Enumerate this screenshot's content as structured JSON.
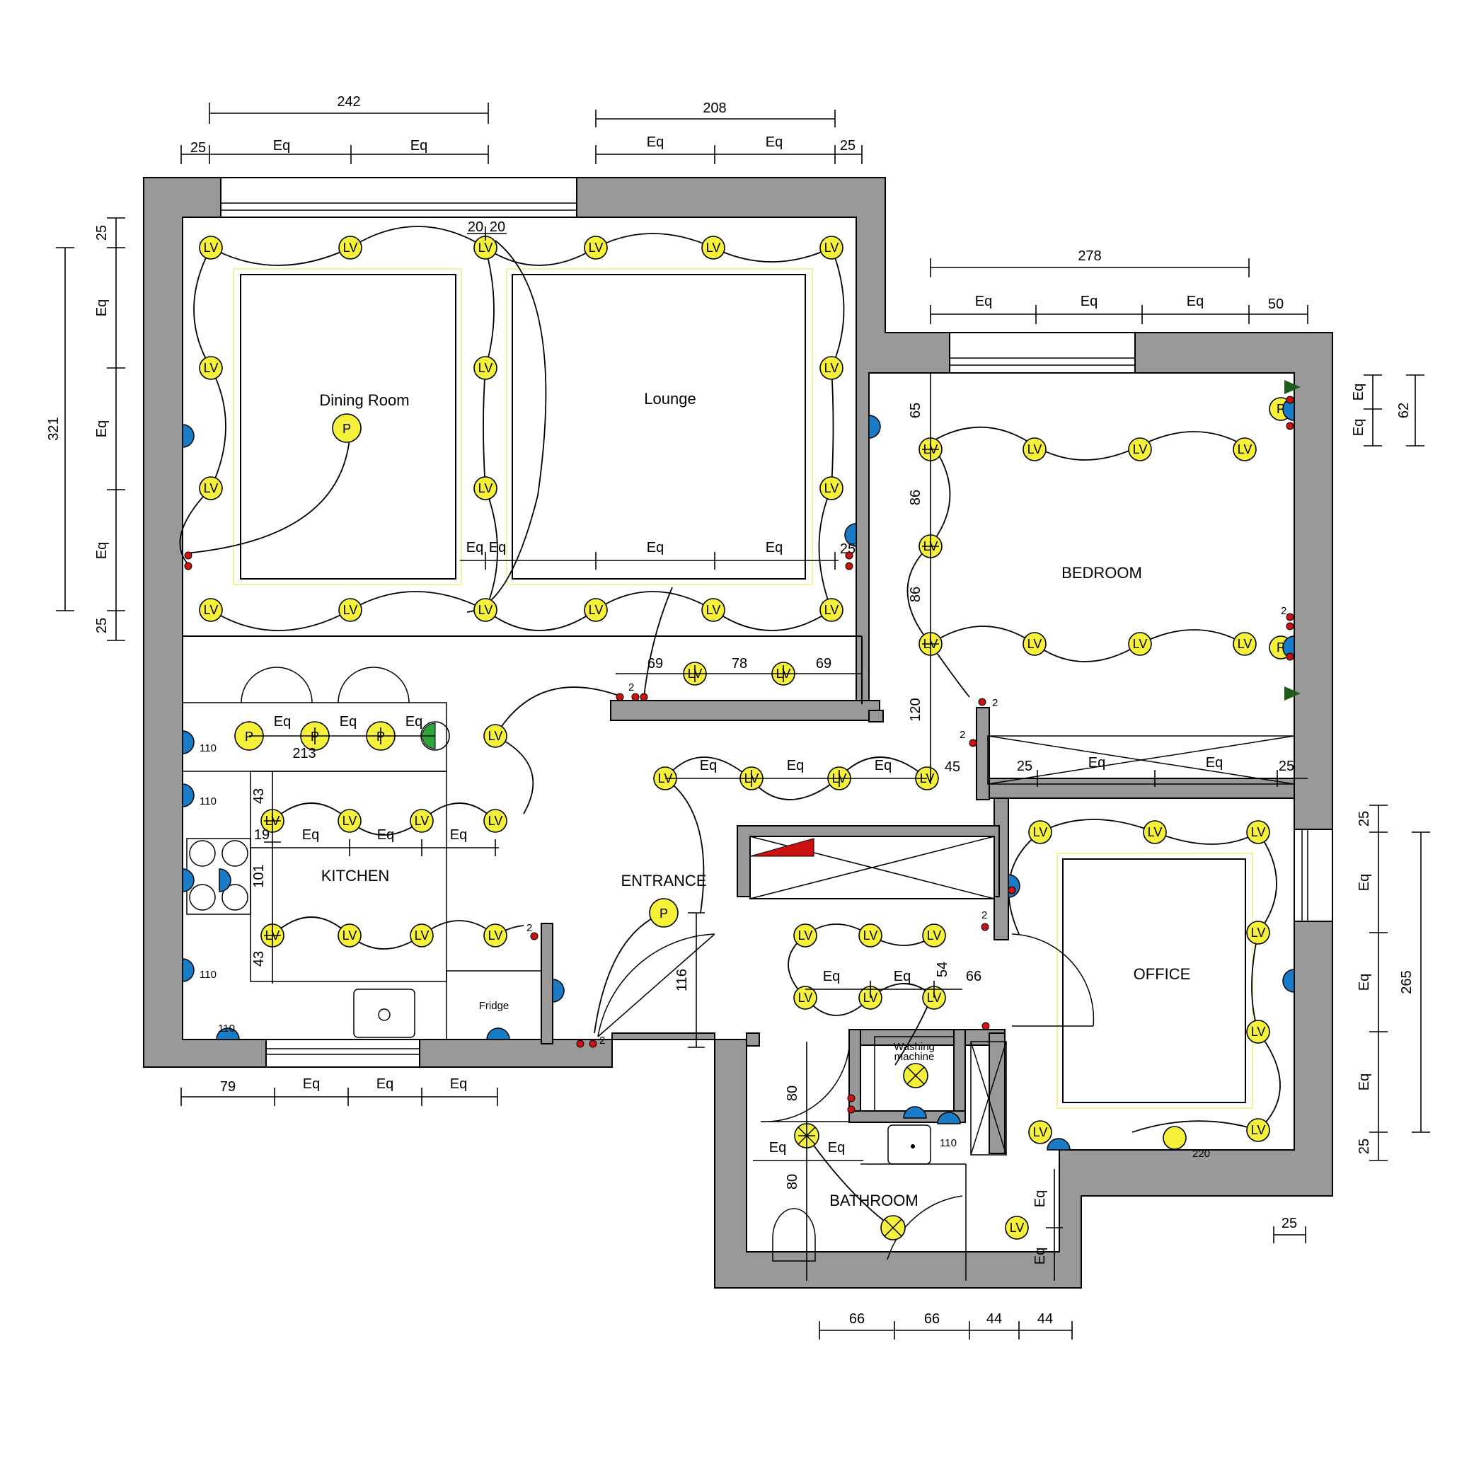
{
  "rooms": {
    "dining": "Dining Room",
    "lounge": "Lounge",
    "bedroom": "BEDROOM",
    "kitchen": "KITCHEN",
    "entrance": "ENTRANCE",
    "office": "OFFICE",
    "bathroom": "BATHROOM"
  },
  "fixtures": {
    "fridge": "Fridge",
    "washing": [
      "Washing",
      "machine"
    ]
  },
  "symbols": {
    "lv": "LV",
    "p": "P",
    "s2": "2"
  },
  "socket_labels": {
    "s110": "110",
    "s220": "220"
  },
  "dims": {
    "top_left_total": "242",
    "top_left_a": "25",
    "top_mid_total": "208",
    "top_mid_b": "25",
    "bedroom_total": "278",
    "bedroom_end": "50",
    "left_total": "321",
    "left_a": "25",
    "left_b": "25",
    "eq": "Eq",
    "twenty": "20",
    "hall_a": "69",
    "hall_b": "78",
    "hall_c": "69",
    "bed_65": "65",
    "bed_86a": "86",
    "bed_86b": "86",
    "bed_120": "120",
    "bed_right_62": "62",
    "wardrobe_25a": "25",
    "wardrobe_25b": "25",
    "kitchen_213": "213",
    "kitchen_43a": "43",
    "kitchen_43b": "43",
    "kitchen_19": "19",
    "kitchen_101": "101",
    "kitchen_79": "79",
    "entrance_116": "116",
    "hall_45": "45",
    "laundry_54": "54",
    "laundry_66": "66",
    "bath_80a": "80",
    "bath_80b": "80",
    "bottom_66a": "66",
    "bottom_66b": "66",
    "bottom_44a": "44",
    "bottom_44b": "44",
    "office_265": "265",
    "office_25a": "25",
    "office_25b": "25",
    "office_25c": "25"
  }
}
